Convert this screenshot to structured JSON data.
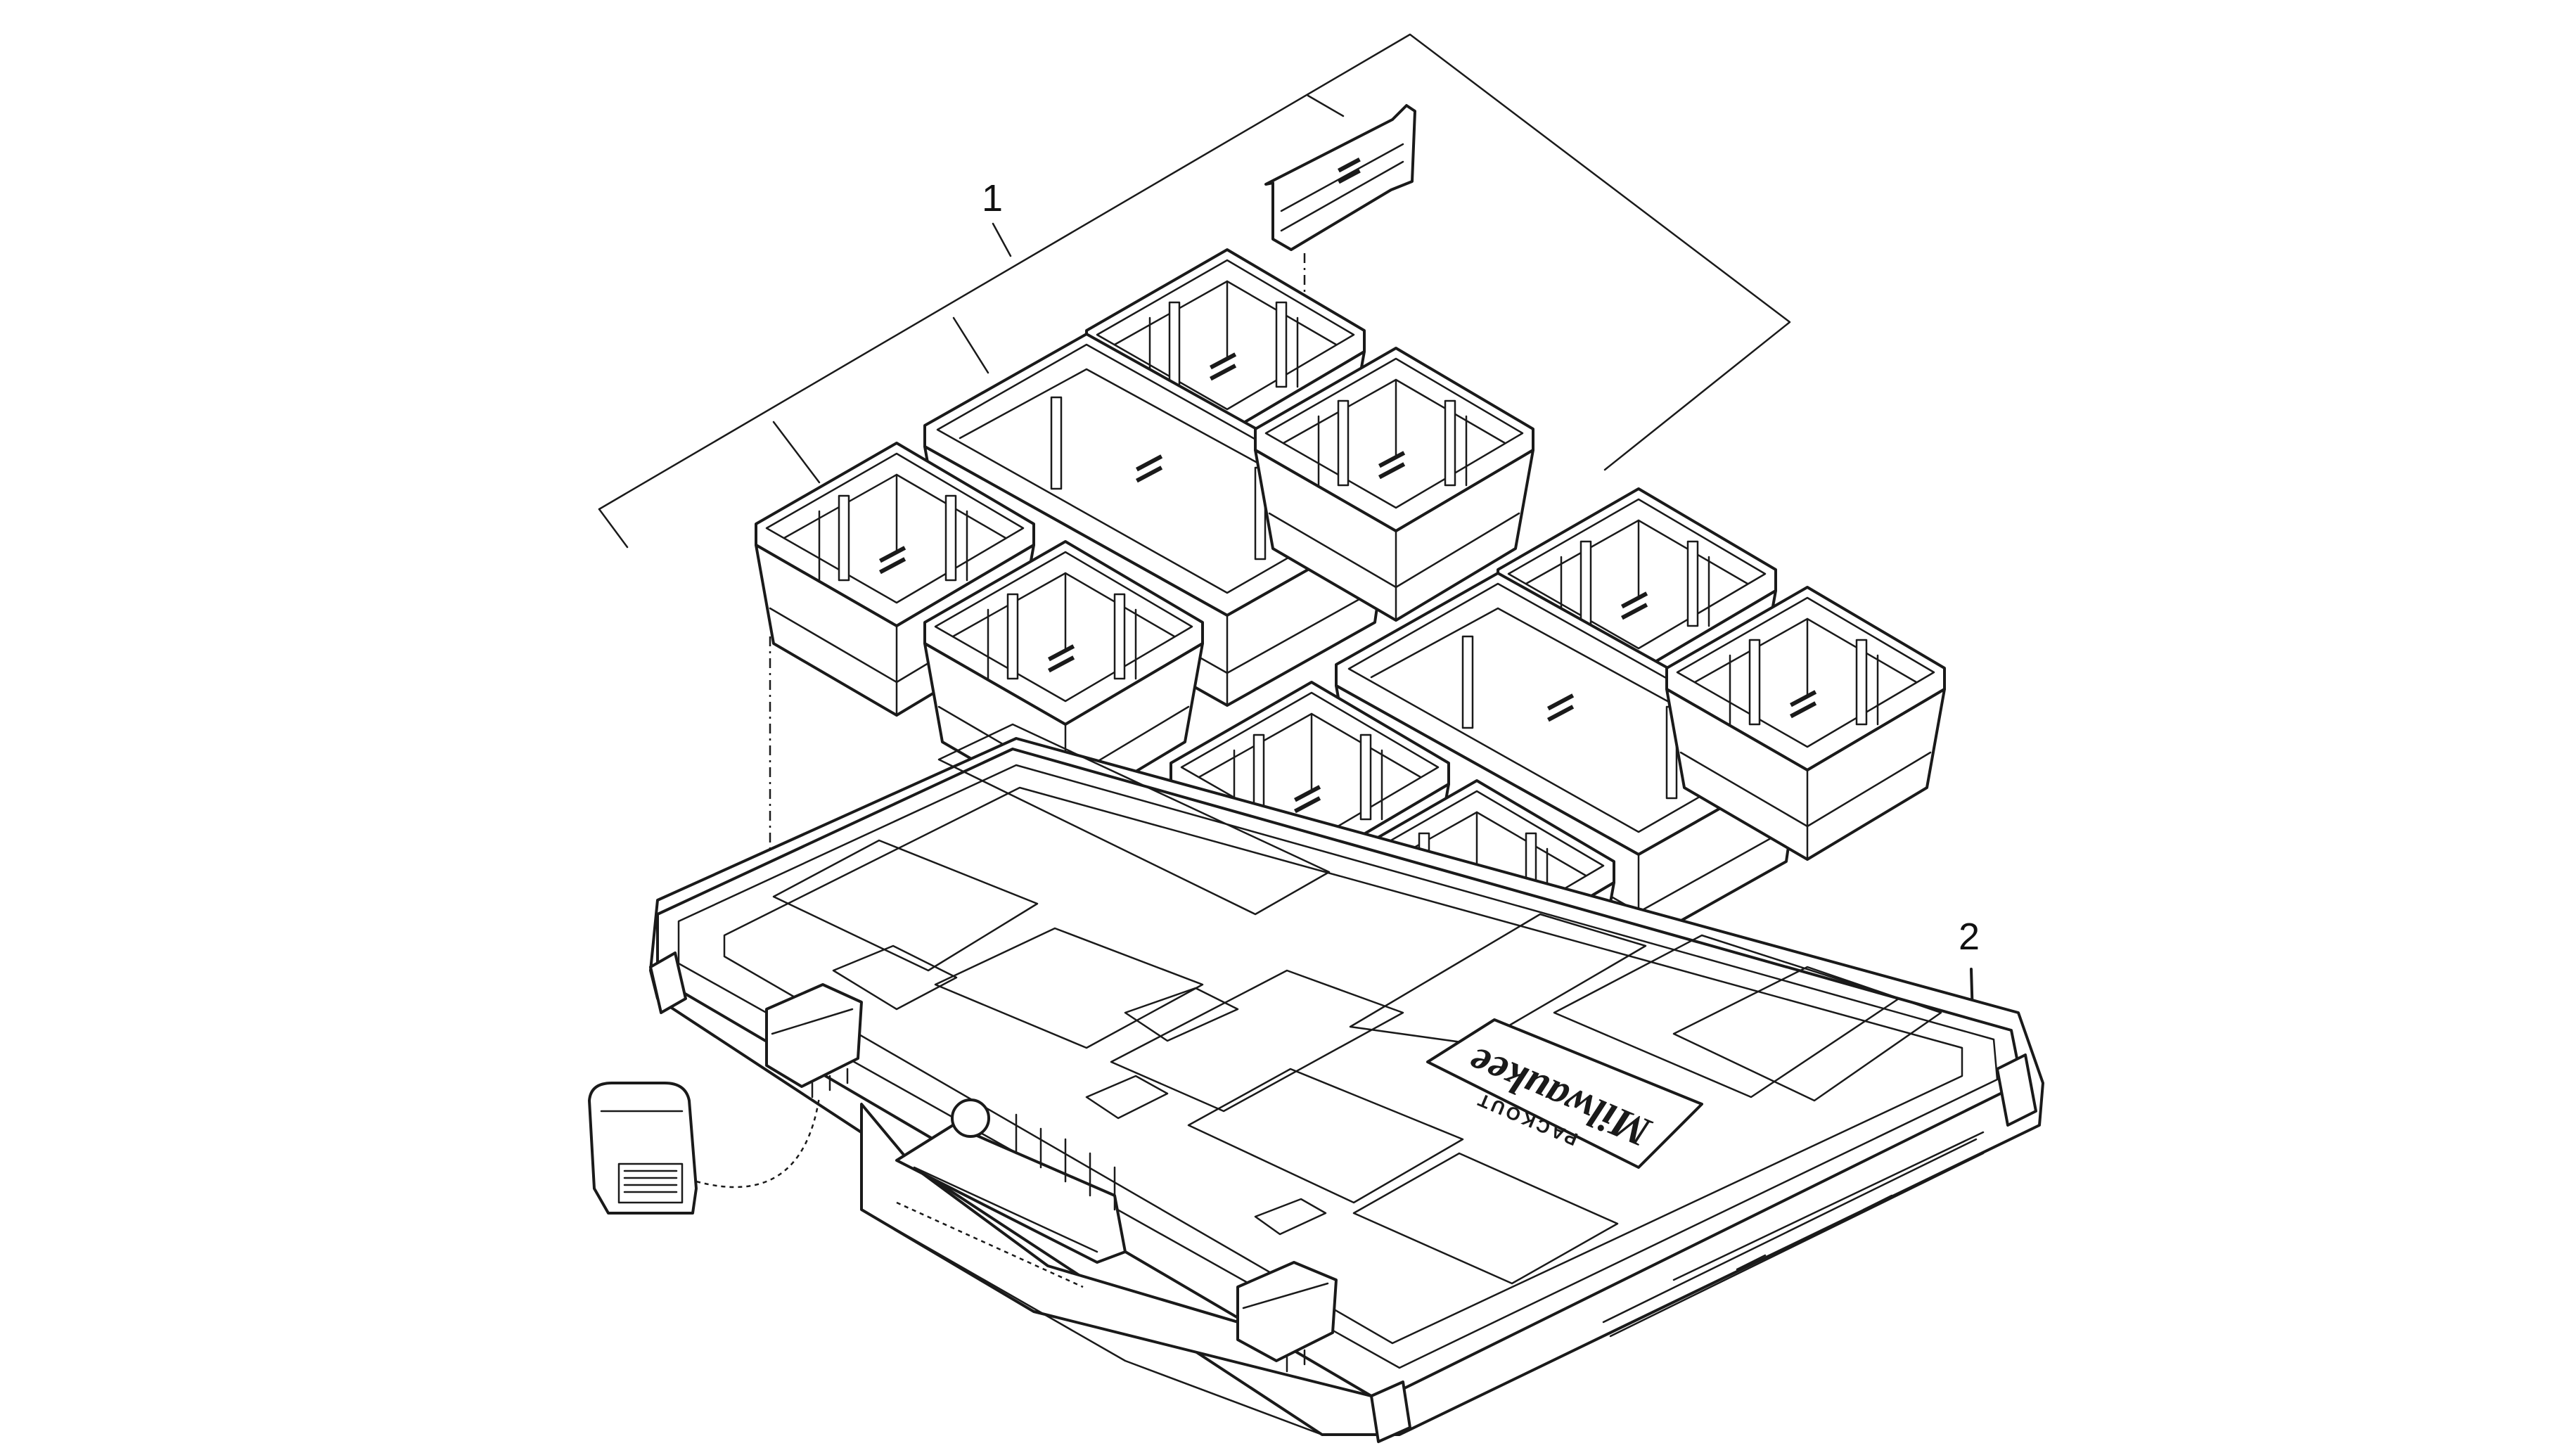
{
  "callouts": [
    {
      "id": "1",
      "label": "1"
    },
    {
      "id": "2",
      "label": "2"
    }
  ],
  "case_branding": {
    "brand": "Milwaukee",
    "product_line": "PACKOUT"
  },
  "colors": {
    "line": "#1a1a1a",
    "background": "#ffffff"
  }
}
